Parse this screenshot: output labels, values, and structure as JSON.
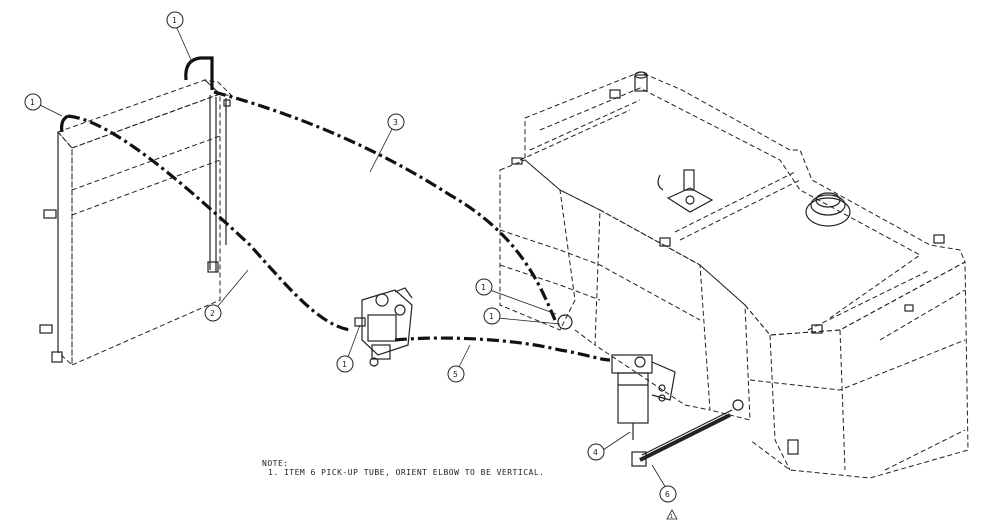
{
  "callouts": [
    {
      "id": "c1a",
      "label": "1"
    },
    {
      "id": "c1b",
      "label": "1"
    },
    {
      "id": "c3",
      "label": "3"
    },
    {
      "id": "c2",
      "label": "2"
    },
    {
      "id": "c1c",
      "label": "1"
    },
    {
      "id": "c5",
      "label": "5"
    },
    {
      "id": "c1d",
      "label": "1"
    },
    {
      "id": "c1e",
      "label": "1"
    },
    {
      "id": "c4",
      "label": "4"
    },
    {
      "id": "c6",
      "label": "6"
    }
  ],
  "note": {
    "heading": "NOTE:",
    "line1": "1. ITEM 6 PICK-UP TUBE, ORIENT ELBOW TO BE VERTICAL."
  },
  "revision_mark": "1"
}
